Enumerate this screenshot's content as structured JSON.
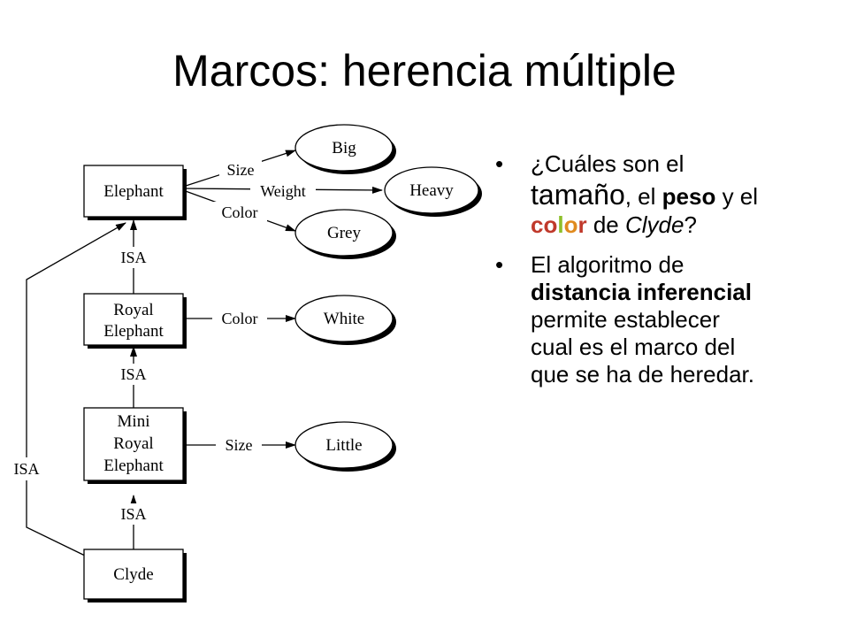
{
  "slide": {
    "title": "Marcos: herencia múltiple"
  },
  "diagram": {
    "nodes": {
      "elephant": [
        "Elephant"
      ],
      "royal_elephant": [
        "Royal",
        "Elephant"
      ],
      "mini_royal_elephant": [
        "Mini",
        "Royal",
        "Elephant"
      ],
      "clyde": [
        "Clyde"
      ]
    },
    "values": {
      "big": "Big",
      "heavy": "Heavy",
      "grey": "Grey",
      "white": "White",
      "little": "Little"
    },
    "edges": {
      "size": "Size",
      "weight": "Weight",
      "color": "Color",
      "isa": "ISA"
    }
  },
  "bullets": {
    "b1": {
      "dot": "•",
      "p1": "¿Cuáles son el ",
      "tamano": "tamaño",
      "p2": ", el ",
      "peso": "peso",
      "p3": " y el ",
      "color_c1": "co",
      "color_c2": "l",
      "color_c3": "o",
      "color_c4": "r",
      "p4": " de ",
      "clyde": "Clyde",
      "p5": "?"
    },
    "b2": {
      "dot": "•",
      "p1": "El algoritmo de ",
      "distancia": "distancia inferencial",
      "p2": " permite establecer cual es el marco del que se ha de heredar."
    }
  },
  "colors": {
    "color_word": [
      "#c0392b",
      "#e08a1e",
      "#8dbf2a",
      "#c0392b"
    ]
  }
}
